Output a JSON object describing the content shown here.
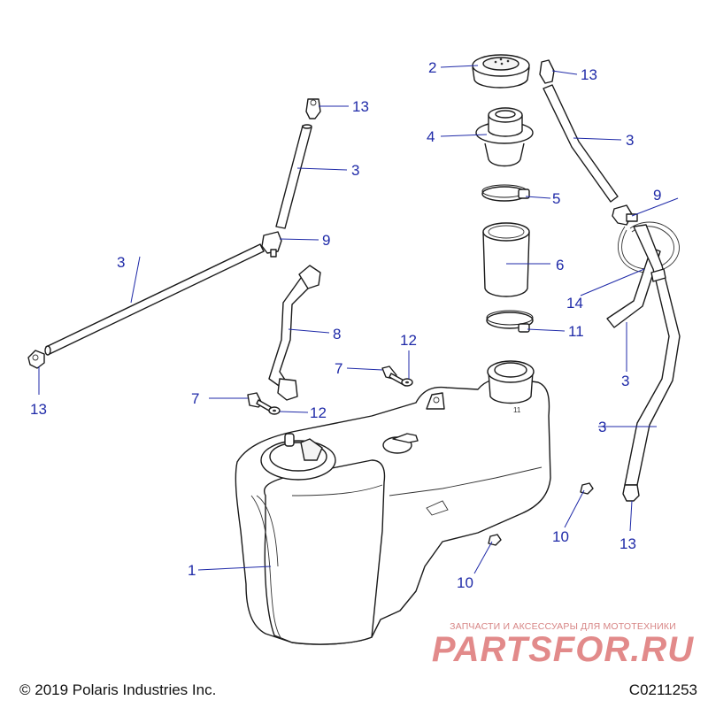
{
  "footer": {
    "copyright": "© 2019 Polaris Industries Inc.",
    "drawing_id": "C0211253"
  },
  "watermark": {
    "tagline": "ЗАПЧАСТИ И АКСЕССУАРЫ ДЛЯ МОТОТЕХНИКИ",
    "brand": "PARTSFOR.RU"
  },
  "callouts": {
    "c1": "1",
    "c2": "2",
    "c3a": "3",
    "c3b": "3",
    "c3c": "3",
    "c3d": "3",
    "c3e": "3",
    "c4": "4",
    "c5": "5",
    "c6": "6",
    "c7a": "7",
    "c7b": "7",
    "c8": "8",
    "c9a": "9",
    "c9b": "9",
    "c10a": "10",
    "c10b": "10",
    "c11": "11",
    "c12a": "12",
    "c12b": "12",
    "c13a": "13",
    "c13b": "13",
    "c13c": "13",
    "c13d": "13",
    "c14": "14"
  }
}
